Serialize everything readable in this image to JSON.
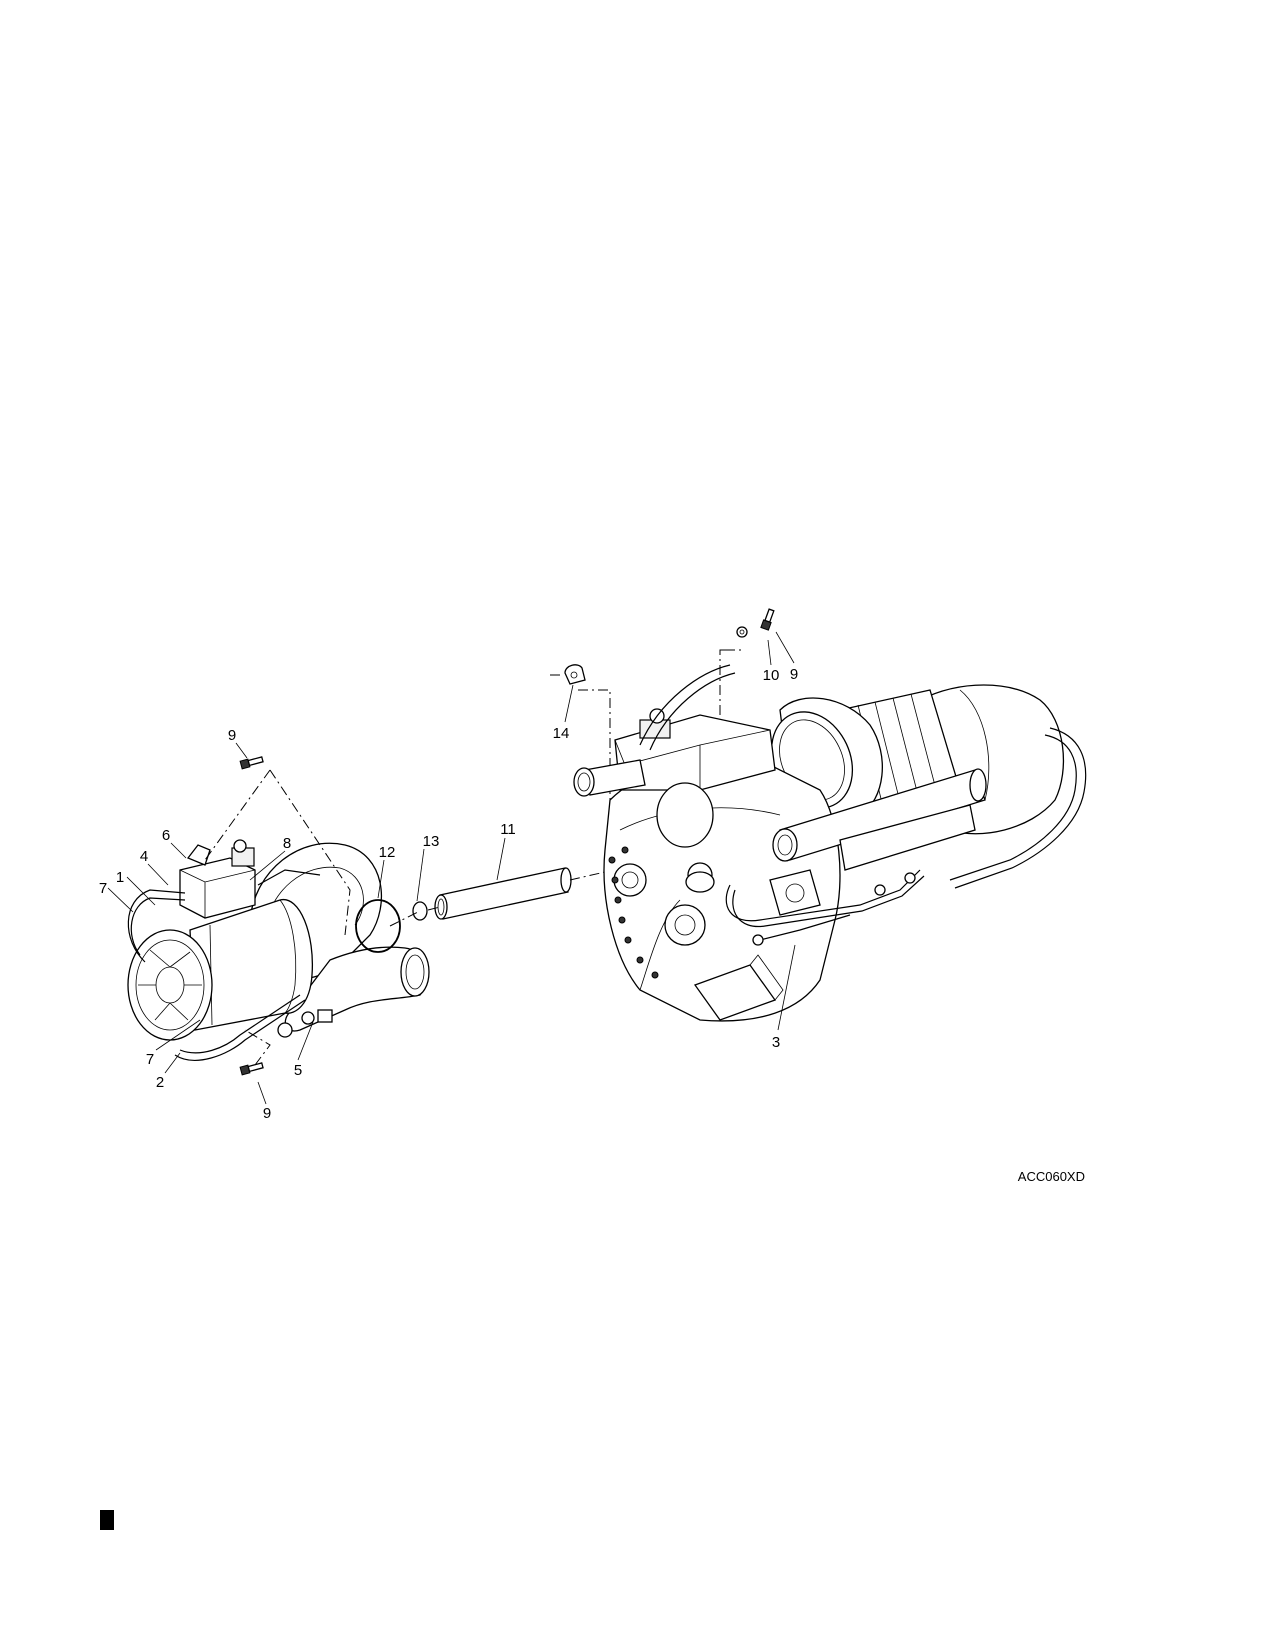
{
  "figure_id": "ACC060XD",
  "callouts": {
    "c1": "1",
    "c2": "2",
    "c3": "3",
    "c4": "4",
    "c5": "5",
    "c6": "6",
    "c7a": "7",
    "c7b": "7",
    "c8": "8",
    "c9a": "9",
    "c9b": "9",
    "c9c": "9",
    "c10": "10",
    "c11": "11",
    "c12": "12",
    "c13": "13",
    "c14": "14"
  }
}
